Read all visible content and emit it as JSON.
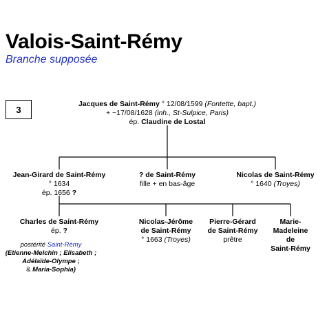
{
  "header": {
    "title": "Valois-Saint-Rémy",
    "subtitle": "Branche supposée",
    "generation_number": "3"
  },
  "root": {
    "name": "Jacques de Saint-Rémy",
    "birth": "° 12/08/1599",
    "birth_note": "(Fontette, bapt.)",
    "death": "+ ~17/08/1628",
    "death_note": "(inh., St-Sulpice, Paris)",
    "spouse_prefix": "ép.",
    "spouse": "Claudine de Lostal"
  },
  "children": [
    {
      "name": "Jean-Girard de Saint-Rémy",
      "birth": "° 1634",
      "marriage_prefix": "ép. 1656",
      "marriage_spouse": "?"
    },
    {
      "name": "? de Saint-Rémy",
      "note": "fille + en bas-âge"
    },
    {
      "name": "Nicolas de Saint-Rémy",
      "birth": "° 1640",
      "birth_note": "(Troyes)"
    }
  ],
  "grandchildren": [
    {
      "name": "Charles de Saint-Rémy",
      "spouse_prefix": "ép.",
      "spouse": "?",
      "posterity_label": "postérité",
      "posterity_link": "Saint-Rémy",
      "posterity_line1": "(Etienne-Melchin ; Elisabeth ;",
      "posterity_line2": "Adélaïde-Olympe ;",
      "posterity_line3_prefix": "&",
      "posterity_line3_name": "Maria-Sophia)"
    },
    {
      "name_line1": "Nicolas-Jérôme",
      "name_line2": "de Saint-Rémy",
      "birth": "° 1663",
      "birth_note": "(Troyes)"
    },
    {
      "name_line1": "Pierre-Gérard",
      "name_line2": "de Saint-Rémy",
      "note": "prêtre"
    },
    {
      "name_line1": "Marie-",
      "name_line2": "Madeleine",
      "name_line3": "de",
      "name_line4": "Saint-Rémy"
    }
  ]
}
